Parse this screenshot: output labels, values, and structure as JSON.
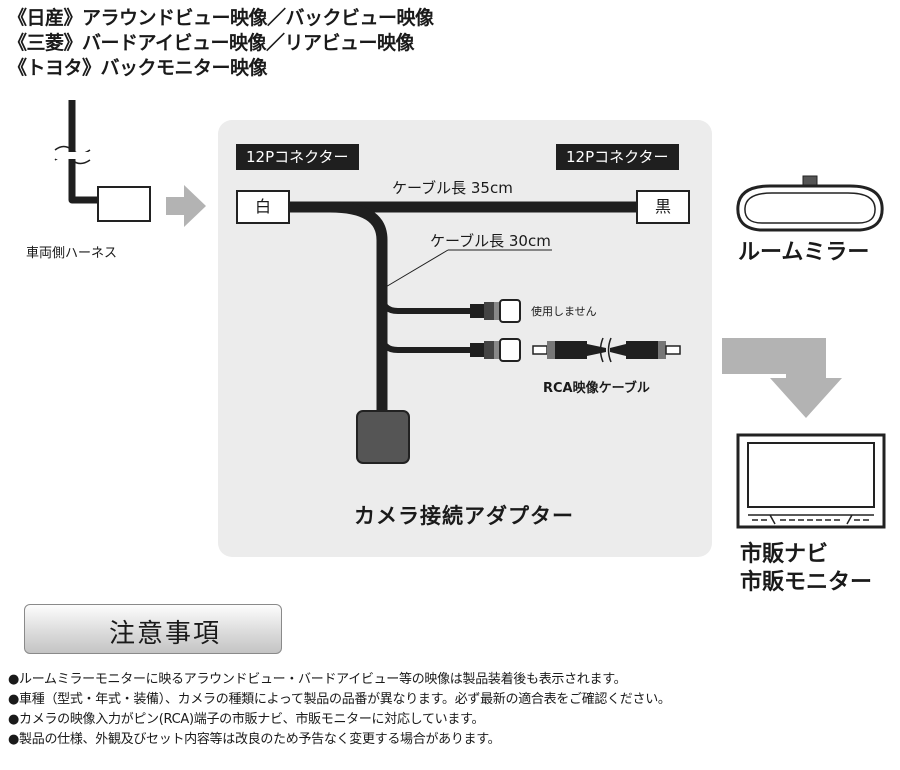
{
  "titles": [
    "《日産》アラウンドビュー映像／バックビュー映像",
    "《三菱》バードアイビュー映像／リアビュー映像",
    "《トヨタ》バックモニター映像"
  ],
  "diagram": {
    "harness_label": "車両側ハーネス",
    "connector_tag_left": "12Pコネクター",
    "connector_tag_right": "12Pコネクター",
    "connector_left": "白",
    "connector_right": "黒",
    "cable_length_1": "ケーブル長 35cm",
    "cable_length_2": "ケーブル長 30cm",
    "unused_label": "使用しません",
    "rca_cable_label": "RCA映像ケーブル",
    "adapter_label": "カメラ接続アダプター",
    "room_mirror_label": "ルームミラー",
    "navi_label_1": "市販ナビ",
    "navi_label_2": "市販モニター",
    "colors": {
      "panel": "#ececec",
      "arrow": "#b3b3b3",
      "cable": "#1f1f1f"
    }
  },
  "caution": {
    "title": "注意事項"
  },
  "notes": [
    "●ルームミラーモニターに映るアラウンドビュー・バードアイビュー等の映像は製品装着後も表示されます。",
    "●車種（型式・年式・装備）、カメラの種類によって製品の品番が異なります。必ず最新の適合表をご確認ください。",
    "●カメラの映像入力がピン(RCA)端子の市販ナビ、市販モニターに対応しています。",
    "●製品の仕様、外観及びセット内容等は改良のため予告なく変更する場合があります。"
  ]
}
